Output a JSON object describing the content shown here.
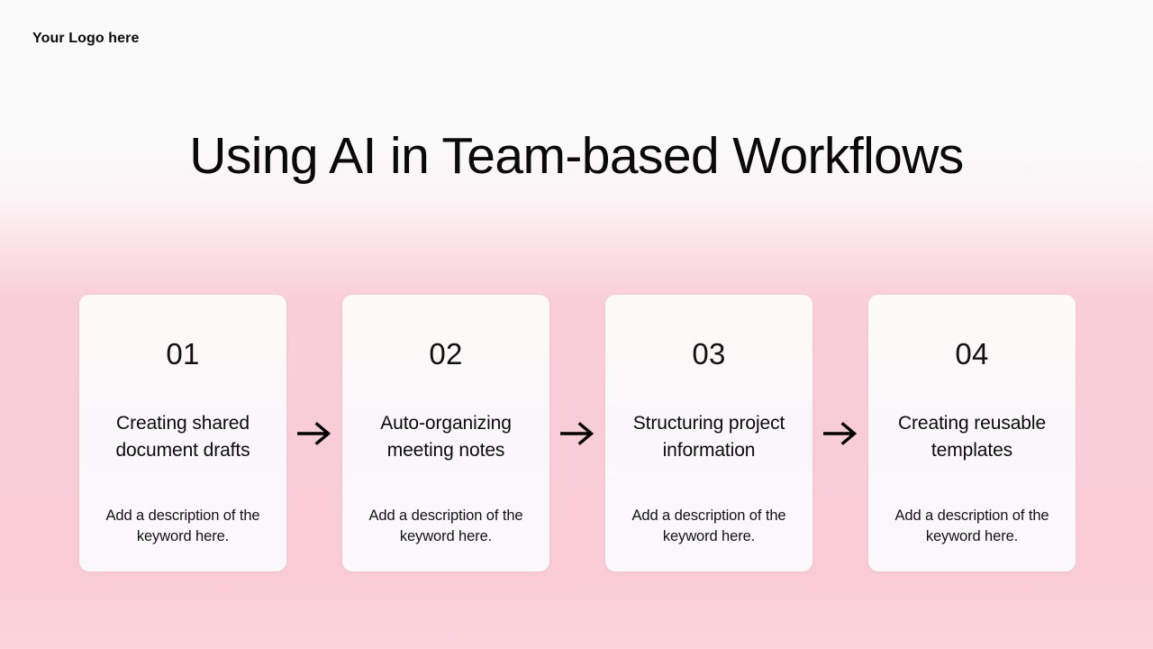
{
  "slide": {
    "logo_text": "Your Logo here",
    "title": "Using AI in Team-based Workflows",
    "background_top_color": "#FAFAFA",
    "background_bottom_color": "#F9CCD6",
    "card_background_color": "#FAF8FA",
    "text_color": "#0B0B0B",
    "arrow_icon": "arrow-right-icon",
    "arrow_color": "#000000"
  },
  "cards": [
    {
      "number": "01",
      "heading": "Creating shared document drafts",
      "description": "Add a description of the keyword here."
    },
    {
      "number": "02",
      "heading": "Auto-organizing meeting notes",
      "description": "Add a description of the keyword here."
    },
    {
      "number": "03",
      "heading": "Structuring project information",
      "description": "Add a description of the keyword here."
    },
    {
      "number": "04",
      "heading": "Creating reusable templates",
      "description": "Add a description of the keyword here."
    }
  ]
}
